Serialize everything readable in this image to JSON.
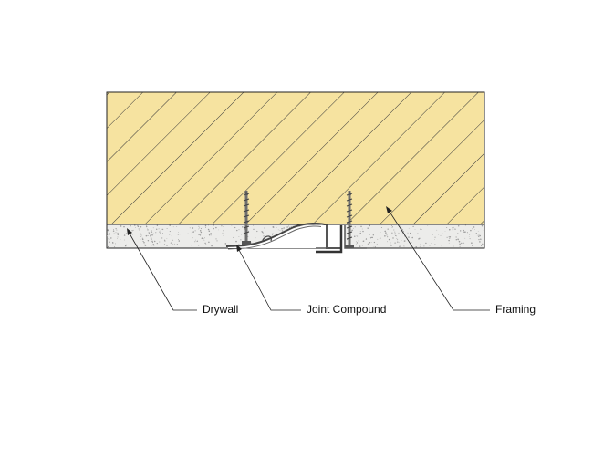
{
  "diagram": {
    "labels": {
      "drywall": "Drywall",
      "joint_compound": "Joint Compound",
      "framing": "Framing"
    },
    "colors": {
      "framing_fill": "#f6e3a0",
      "hatch": "#3a3a3a",
      "drywall_fill": "#ececea",
      "speckle": "#9a9a9a",
      "outline": "#222222",
      "bead": "#555555",
      "screw": "#7a7a7a"
    }
  }
}
